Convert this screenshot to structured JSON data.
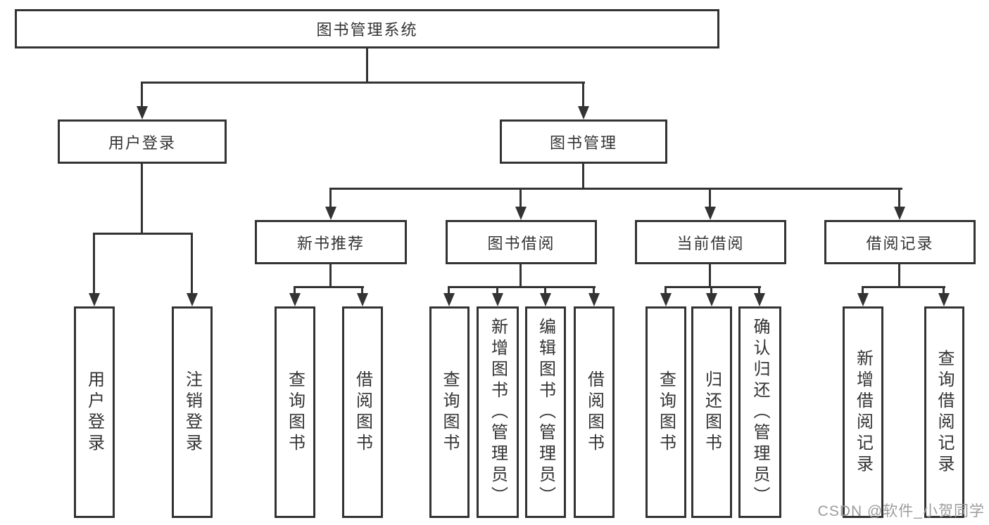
{
  "diagram": {
    "type": "hierarchy-tree",
    "nodes": {
      "root": "图书管理系统",
      "user_login": "用户登录",
      "book_management": "图书管理",
      "new_book_rec": "新书推荐",
      "book_borrowing": "图书借阅",
      "current_borrowing": "当前借阅",
      "borrowing_records": "借阅记录"
    },
    "leaves": {
      "user_login": [
        "用户登录",
        "注销登录"
      ],
      "new_book_rec": [
        "查询图书",
        "借阅图书"
      ],
      "book_borrowing": [
        "查询图书",
        "新增图书（管理员）",
        "编辑图书（管理员）",
        "借阅图书"
      ],
      "current_borrowing": [
        "查询图书",
        "归还图书",
        "确认归还（管理员）"
      ],
      "borrowing_records": [
        "新增借阅记录",
        "查询借阅记录"
      ]
    },
    "watermark": "CSDN @软件_小贺同学",
    "colors": {
      "line": "#333333",
      "text": "#333333",
      "box_background": "#ffffff",
      "page_background": "#ffffff",
      "watermark": "#9c9c9c"
    }
  }
}
